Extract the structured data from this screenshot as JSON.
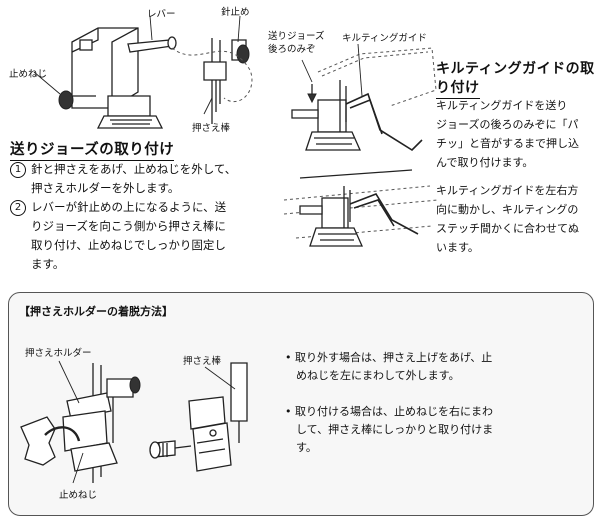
{
  "top_left": {
    "labels": {
      "lever": "レバー",
      "needle_stop": "針止め",
      "set_screw": "止めねじ",
      "presser_bar": "押さえ棒"
    },
    "heading": "送りジョーズの取り付け",
    "steps": [
      {
        "num": "1",
        "lines": [
          "針と押さえをあげ、止めねじを外して、",
          "押さえホルダーを外します。"
        ]
      },
      {
        "num": "2",
        "lines": [
          "レバーが針止めの上になるように、送",
          "りジョーズを向こう側から押さえ棒に",
          "取り付け、止めねじでしっかり固定し",
          "ます。"
        ]
      }
    ]
  },
  "top_right": {
    "labels": {
      "groove": "送りジョーズ\n後ろのみぞ",
      "quilting_guide": "キルティングガイド"
    },
    "heading_line1": "キルティングガイドの取",
    "heading_line2": "り付け",
    "para1": [
      "キルティングガイドを送り",
      "ジョーズの後ろのみぞに「パ",
      "チッ」と音がするまで押し込",
      "んで取り付けます。"
    ],
    "para2": [
      "キルティングガイドを左右方",
      "向に動かし、キルティングの",
      "ステッチ間かくに合わせてぬ",
      "います。"
    ]
  },
  "box": {
    "title": "【押さえホルダーの着脱方法】",
    "labels": {
      "holder": "押さえホルダー",
      "presser_bar": "押さえ棒",
      "set_screw": "止めねじ"
    },
    "bullets": [
      [
        "取り外す場合は、押さえ上げをあげ、止",
        "めねじを左にまわして外します。"
      ],
      [
        "取り付ける場合は、止めねじを右にまわ",
        "して、押さえ棒にしっかりと取り付けま",
        "す。"
      ]
    ]
  }
}
